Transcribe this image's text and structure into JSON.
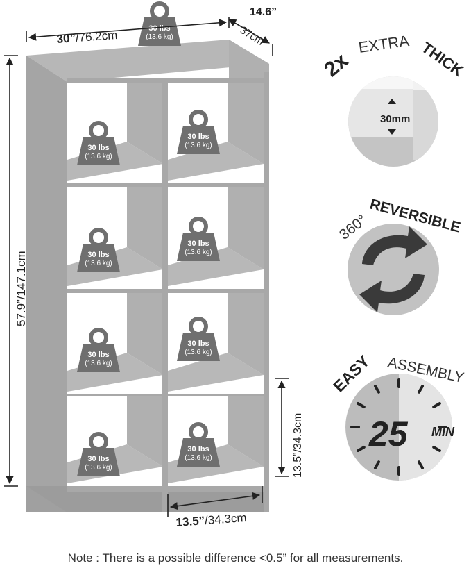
{
  "dimensions": {
    "width_in": "30”",
    "width_cm": "/76.2cm",
    "depth_in": "14.6”",
    "depth_cm": "37cm",
    "height_label": "57.9”/147.1cm",
    "cube_height_label": "13.5”/34.3cm",
    "cube_width_in": "13.5”",
    "cube_width_cm": "/34.3cm"
  },
  "weight_badge": {
    "lbs": "30 lbs",
    "kg": "(13.6 kg)"
  },
  "features": {
    "thick": {
      "prefix": "2x",
      "extra": "EXTRA",
      "thick": "THICK",
      "value": "30mm"
    },
    "reversible": {
      "degree": "360°",
      "word": "REVERSIBLE"
    },
    "assembly": {
      "easy": "EASY",
      "word": "ASSEMBLY",
      "minutes": "25",
      "unit": "MIN"
    }
  },
  "note": "Note : There is a possible difference <0.5” for all measurements.",
  "colors": {
    "panel": "#a8a8a8",
    "panel_light": "#c9c9c9",
    "badge": "#6f6f6f",
    "dark": "#2b2b2b",
    "circle": "#bdbdbd"
  }
}
